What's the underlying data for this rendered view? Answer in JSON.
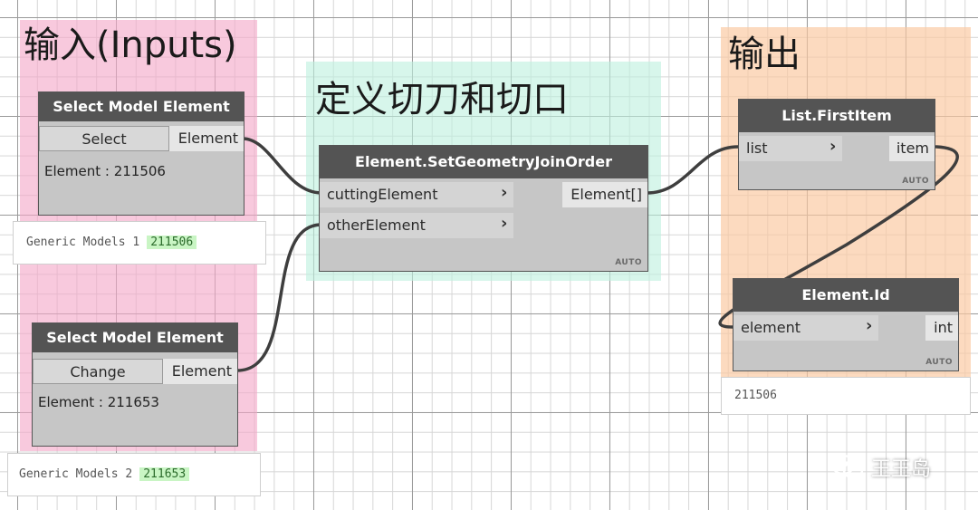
{
  "groups": {
    "inputs": {
      "title": "输入(Inputs)"
    },
    "define": {
      "title": "定义切刀和切口"
    },
    "output": {
      "title": "输出"
    }
  },
  "nodes": {
    "select1": {
      "header": "Select Model Element",
      "button": "Select",
      "out_port": "Element",
      "info": "Element : 211506"
    },
    "select2": {
      "header": "Select Model Element",
      "button": "Change",
      "out_port": "Element",
      "info": "Element : 211653"
    },
    "join": {
      "header": "Element.SetGeometryJoinOrder",
      "in_ports": [
        "cuttingElement",
        "otherElement"
      ],
      "out_port": "Element[]",
      "lacing": "AUTO"
    },
    "first": {
      "header": "List.FirstItem",
      "in_port": "list",
      "out_port": "item",
      "lacing": "AUTO"
    },
    "elemid": {
      "header": "Element.Id",
      "in_port": "element",
      "out_port": "int",
      "lacing": "AUTO"
    }
  },
  "previews": {
    "p1": {
      "label": "Generic Models 1",
      "value": "211506"
    },
    "p2": {
      "label": "Generic Models 2",
      "value": "211653"
    },
    "p3": {
      "value": "211506"
    }
  },
  "watermark": {
    "text": "王王岛",
    "icon": "wechat-icon"
  }
}
